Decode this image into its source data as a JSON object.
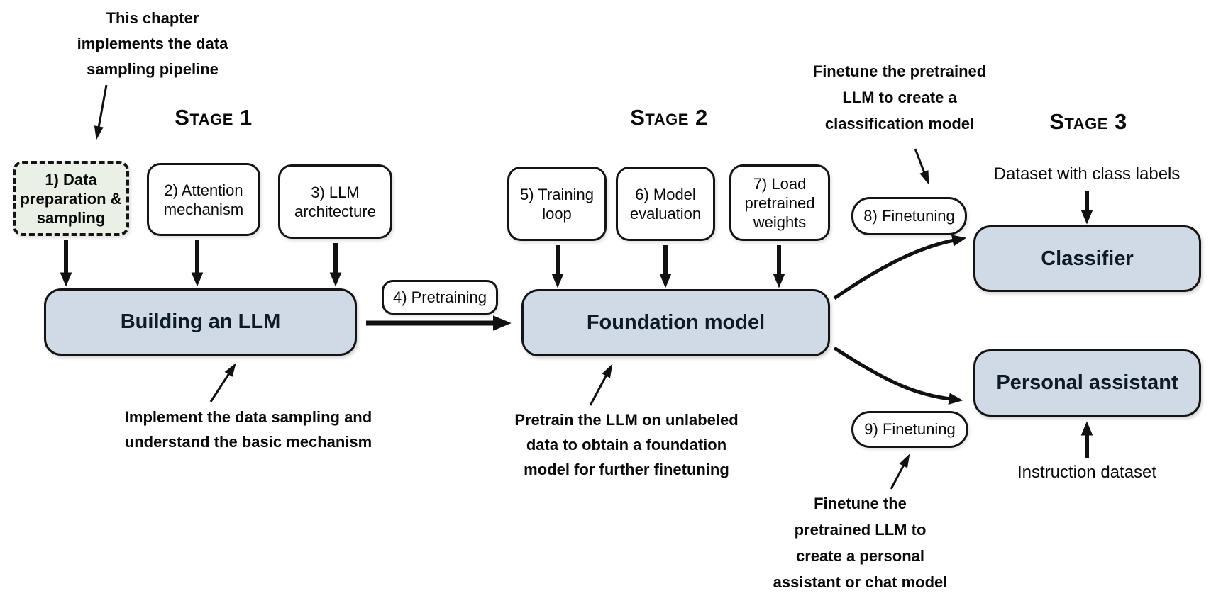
{
  "stages": {
    "stage1": "Stage 1",
    "stage2": "Stage 2",
    "stage3": "Stage 3"
  },
  "steps": {
    "data_preparation": "1) Data preparation & sampling",
    "attention": "2) Attention mechanism",
    "architecture": "3) LLM architecture",
    "pretraining": "4) Pretraining",
    "training_loop": "5) Training loop",
    "evaluation": "6) Model evaluation",
    "load_weights": "7) Load pretrained weights",
    "finetuning_classifier": "8) Finetuning",
    "finetuning_assistant": "9) Finetuning"
  },
  "models": {
    "building": "Building an LLM",
    "foundation": "Foundation model",
    "classifier": "Classifier",
    "assistant": "Personal assistant"
  },
  "labels": {
    "class_dataset": "Dataset with class labels",
    "instruction_dataset": "Instruction dataset"
  },
  "notes": {
    "chapter": {
      "lines": [
        "This chapter",
        "implements the data",
        "sampling pipeline"
      ]
    },
    "implement": {
      "lines": [
        "Implement the data sampling and",
        "understand the basic mechanism"
      ]
    },
    "pretrain": {
      "lines": [
        "Pretrain the LLM on unlabeled",
        "data to obtain a foundation",
        "model for further finetuning"
      ]
    },
    "classification": {
      "lines": [
        "Finetune the pretrained",
        "LLM to create a",
        "classification model"
      ]
    },
    "assistant": {
      "lines": [
        "Finetune the",
        "pretrained LLM to",
        "create a personal",
        "assistant or chat model"
      ]
    }
  },
  "colors": {
    "model_box_fill": "#cfdae6",
    "highlight_box_fill": "#eaf0e6",
    "box_border": "#141414",
    "arrow": "#111111",
    "model_text": "#0d1b26",
    "text": "#0a0a0a",
    "background": "#ffffff"
  }
}
